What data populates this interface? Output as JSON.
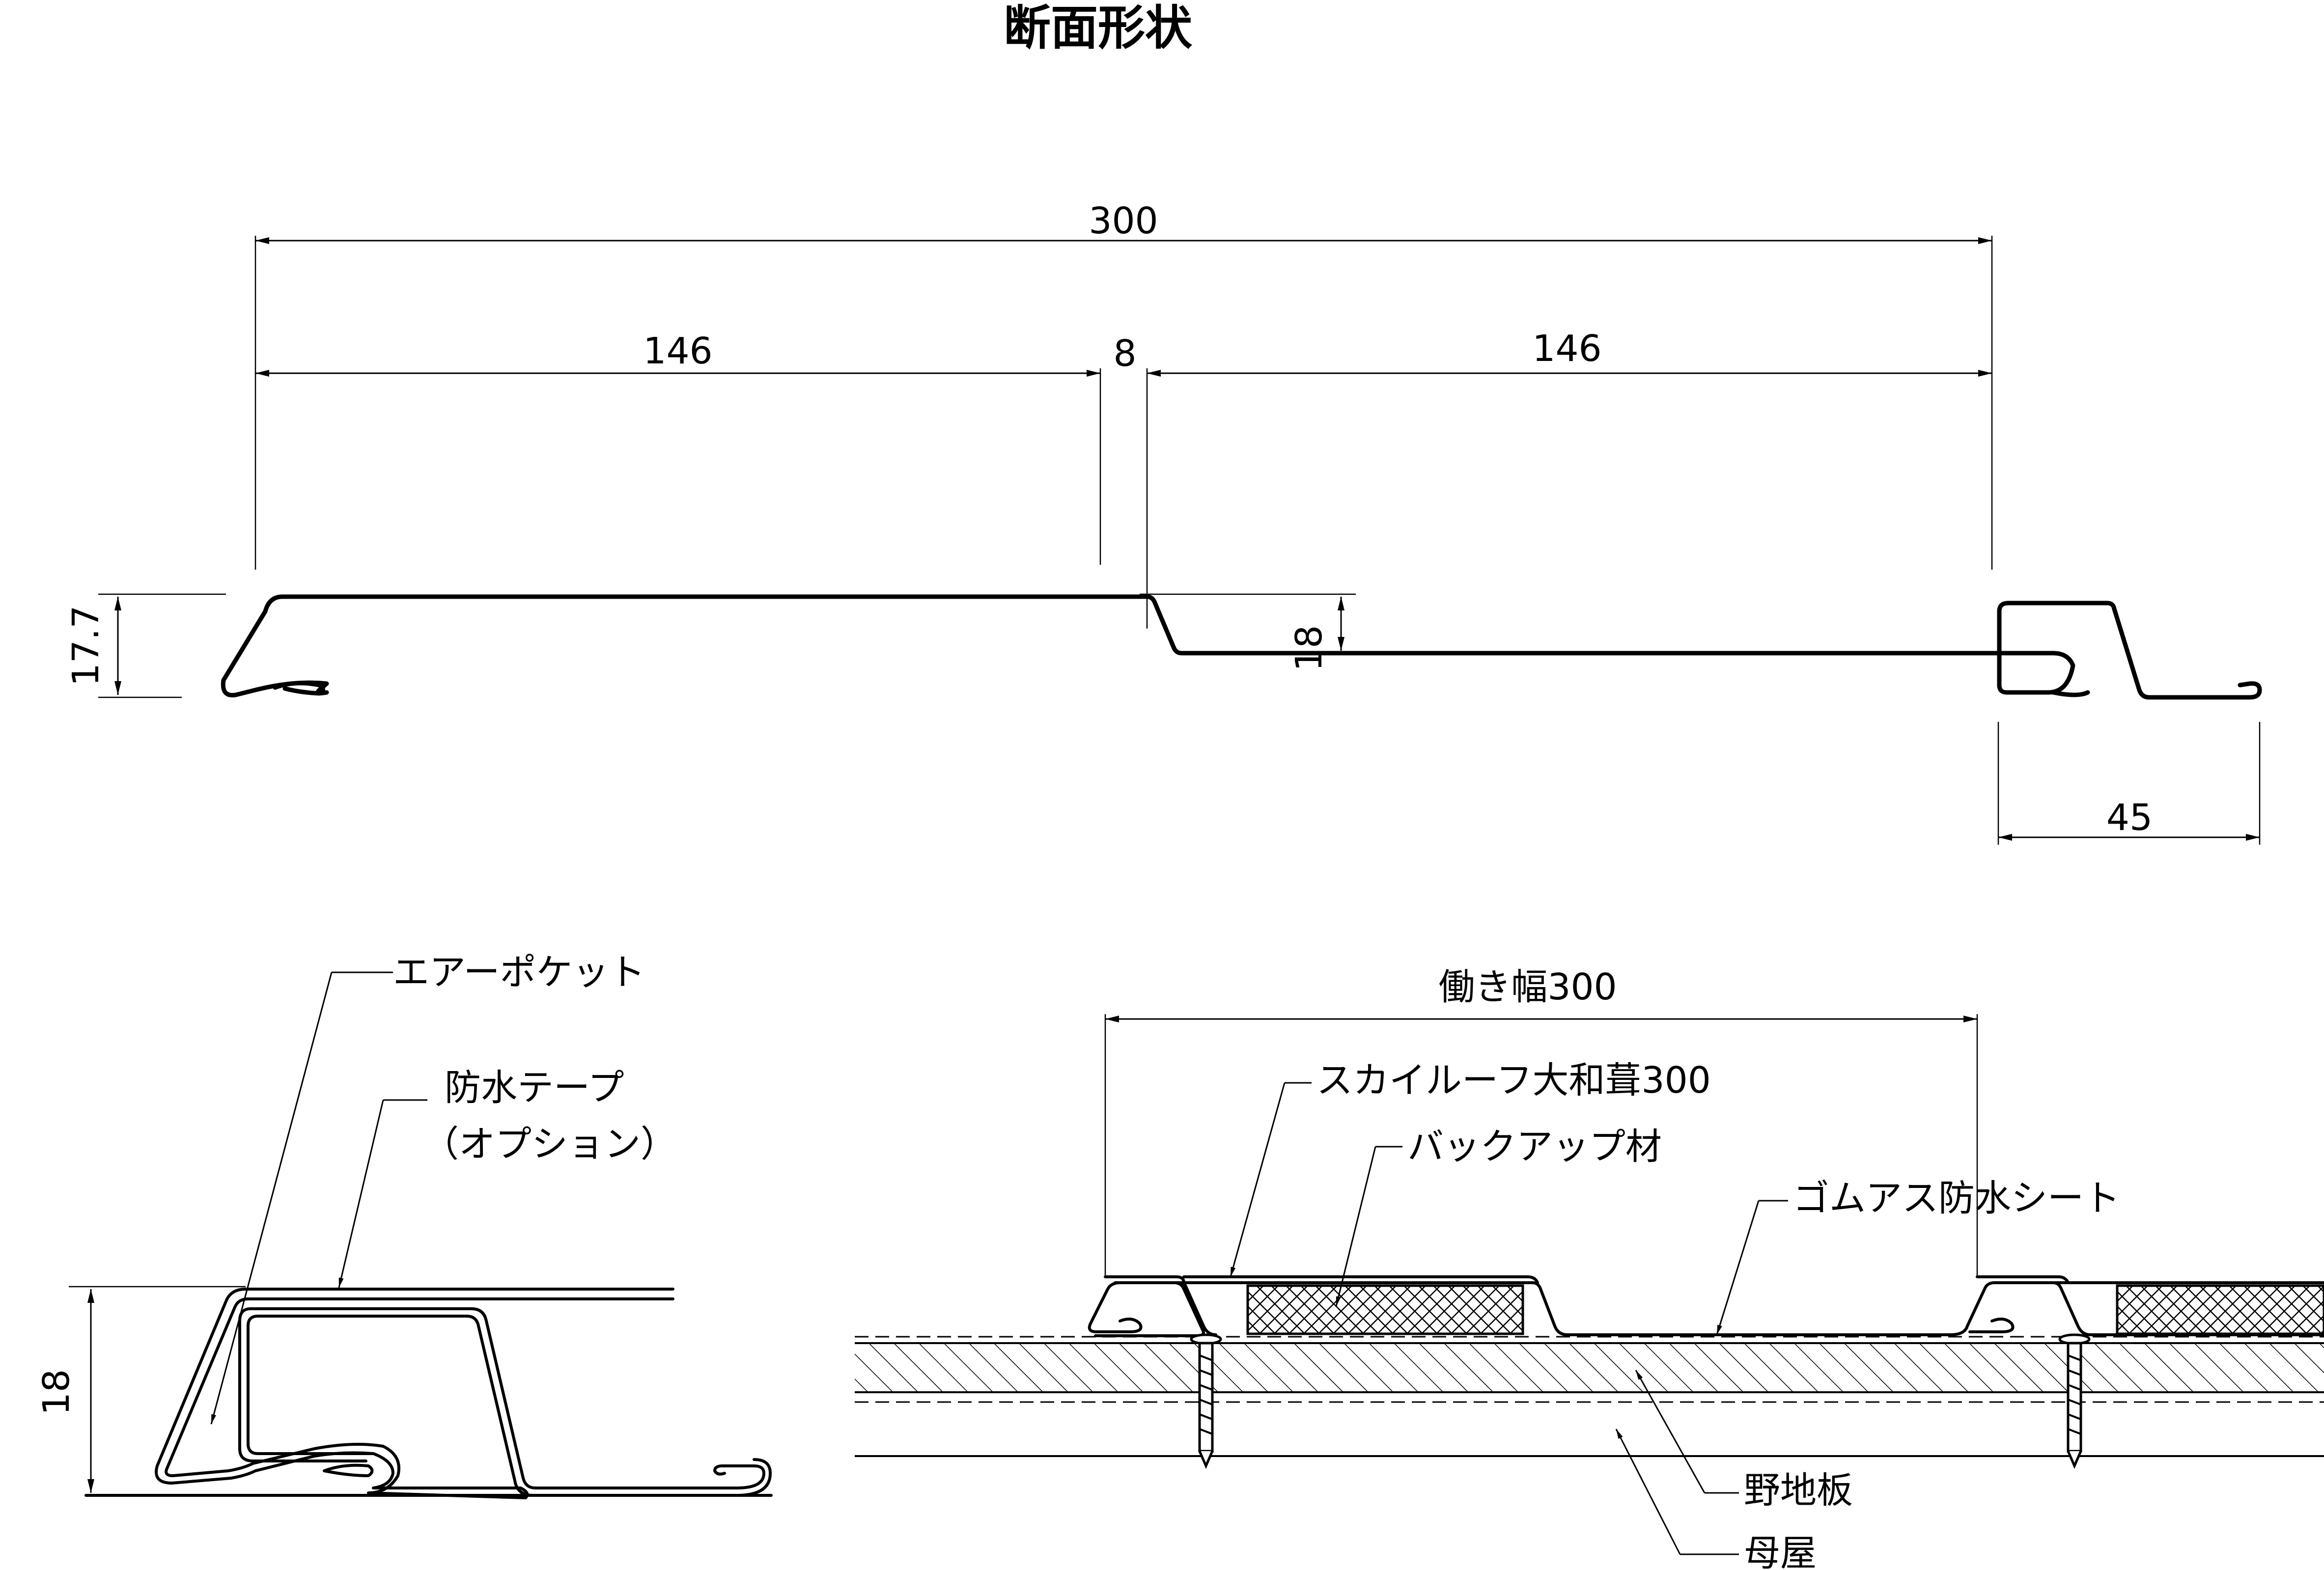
{
  "title": "断面形状",
  "profile_dimensions": {
    "total_width": "300",
    "left_width": "146",
    "gap": "8",
    "right_width": "146",
    "left_height": "17.7",
    "right_height": "18",
    "hook_width": "45"
  },
  "detail_section": {
    "height": "18",
    "label_air_pocket": "エアーポケット",
    "label_tape_line1": "防水テープ",
    "label_tape_line2": "（オプション）"
  },
  "install_section": {
    "working_width": "働き幅300",
    "label_product": "スカイルーフ大和葺300",
    "label_backup": "バックアップ材",
    "label_sheet": "ゴムアス防水シート",
    "label_board": "野地板",
    "label_purlin": "母屋"
  }
}
